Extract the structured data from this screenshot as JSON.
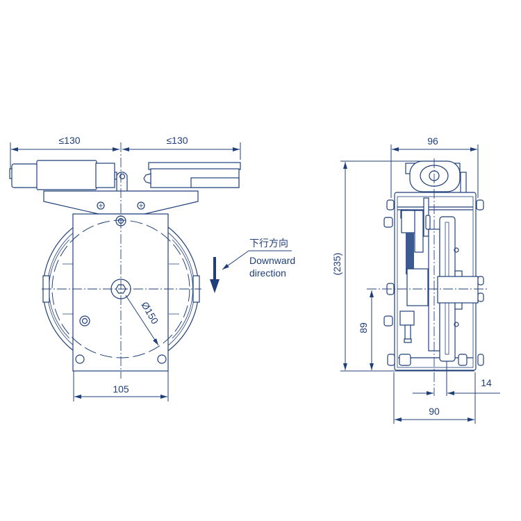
{
  "front_view": {
    "dim_left": "≤130",
    "dim_right": "≤130",
    "dim_width": "105",
    "dim_diameter": "Ø150",
    "direction_label_cn": "下行方向",
    "direction_label_en_1": "Downward",
    "direction_label_en_2": "direction"
  },
  "side_view": {
    "dim_top": "96",
    "dim_height": "(235)",
    "dim_axis_height": "89",
    "dim_offset": "14",
    "dim_base": "90"
  },
  "colors": {
    "line": "#1f3f7a"
  }
}
